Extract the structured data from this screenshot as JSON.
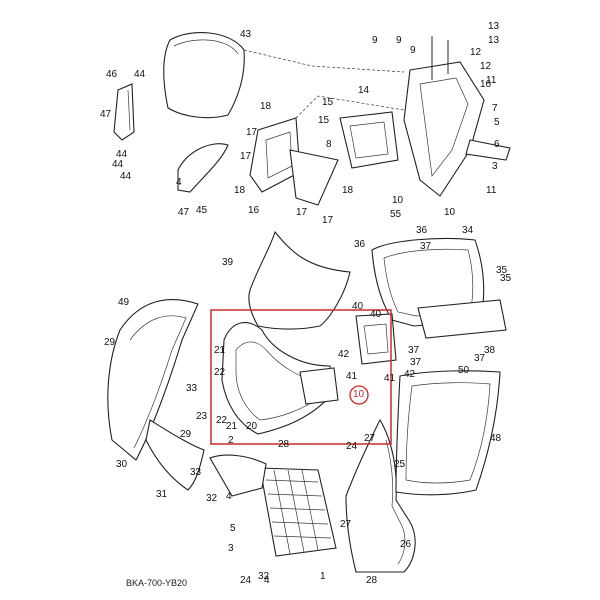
{
  "diagram": {
    "code": "BKA-700-YB20",
    "highlight_color": "#cc2a2a",
    "highlighted_label": "10",
    "labels": [
      {
        "t": "43"
      },
      {
        "t": "46"
      },
      {
        "t": "44"
      },
      {
        "t": "47"
      },
      {
        "t": "44"
      },
      {
        "t": "44"
      },
      {
        "t": "44"
      },
      {
        "t": "18"
      },
      {
        "t": "17"
      },
      {
        "t": "17"
      },
      {
        "t": "18"
      },
      {
        "t": "16"
      },
      {
        "t": "4"
      },
      {
        "t": "45"
      },
      {
        "t": "47"
      },
      {
        "t": "15"
      },
      {
        "t": "15"
      },
      {
        "t": "14"
      },
      {
        "t": "8"
      },
      {
        "t": "18"
      },
      {
        "t": "17"
      },
      {
        "t": "17"
      },
      {
        "t": "9"
      },
      {
        "t": "9"
      },
      {
        "t": "9"
      },
      {
        "t": "13"
      },
      {
        "t": "13"
      },
      {
        "t": "12"
      },
      {
        "t": "12"
      },
      {
        "t": "11"
      },
      {
        "t": "16"
      },
      {
        "t": "7"
      },
      {
        "t": "5"
      },
      {
        "t": "6"
      },
      {
        "t": "3"
      },
      {
        "t": "11"
      },
      {
        "t": "10"
      },
      {
        "t": "10"
      },
      {
        "t": "39"
      },
      {
        "t": "55"
      },
      {
        "t": "36"
      },
      {
        "t": "34"
      },
      {
        "t": "37"
      },
      {
        "t": "35"
      },
      {
        "t": "35"
      },
      {
        "t": "40"
      },
      {
        "t": "49"
      },
      {
        "t": "29"
      },
      {
        "t": "21"
      },
      {
        "t": "22"
      },
      {
        "t": "22"
      },
      {
        "t": "23"
      },
      {
        "t": "21"
      },
      {
        "t": "20"
      },
      {
        "t": "2"
      },
      {
        "t": "42"
      },
      {
        "t": "41"
      },
      {
        "t": "41"
      },
      {
        "t": "42"
      },
      {
        "t": "37"
      },
      {
        "t": "37"
      },
      {
        "t": "38"
      },
      {
        "t": "37"
      },
      {
        "t": "33"
      },
      {
        "t": "33"
      },
      {
        "t": "29"
      },
      {
        "t": "30"
      },
      {
        "t": "24"
      },
      {
        "t": "27"
      },
      {
        "t": "28"
      },
      {
        "t": "25"
      },
      {
        "t": "50"
      },
      {
        "t": "48"
      },
      {
        "t": "31"
      },
      {
        "t": "32"
      },
      {
        "t": "4"
      },
      {
        "t": "5"
      },
      {
        "t": "3"
      },
      {
        "t": "26"
      },
      {
        "t": "27"
      },
      {
        "t": "4"
      },
      {
        "t": "1"
      },
      {
        "t": "28"
      },
      {
        "t": "24"
      },
      {
        "t": "32"
      },
      {
        "t": "40"
      },
      {
        "t": "36"
      }
    ]
  }
}
